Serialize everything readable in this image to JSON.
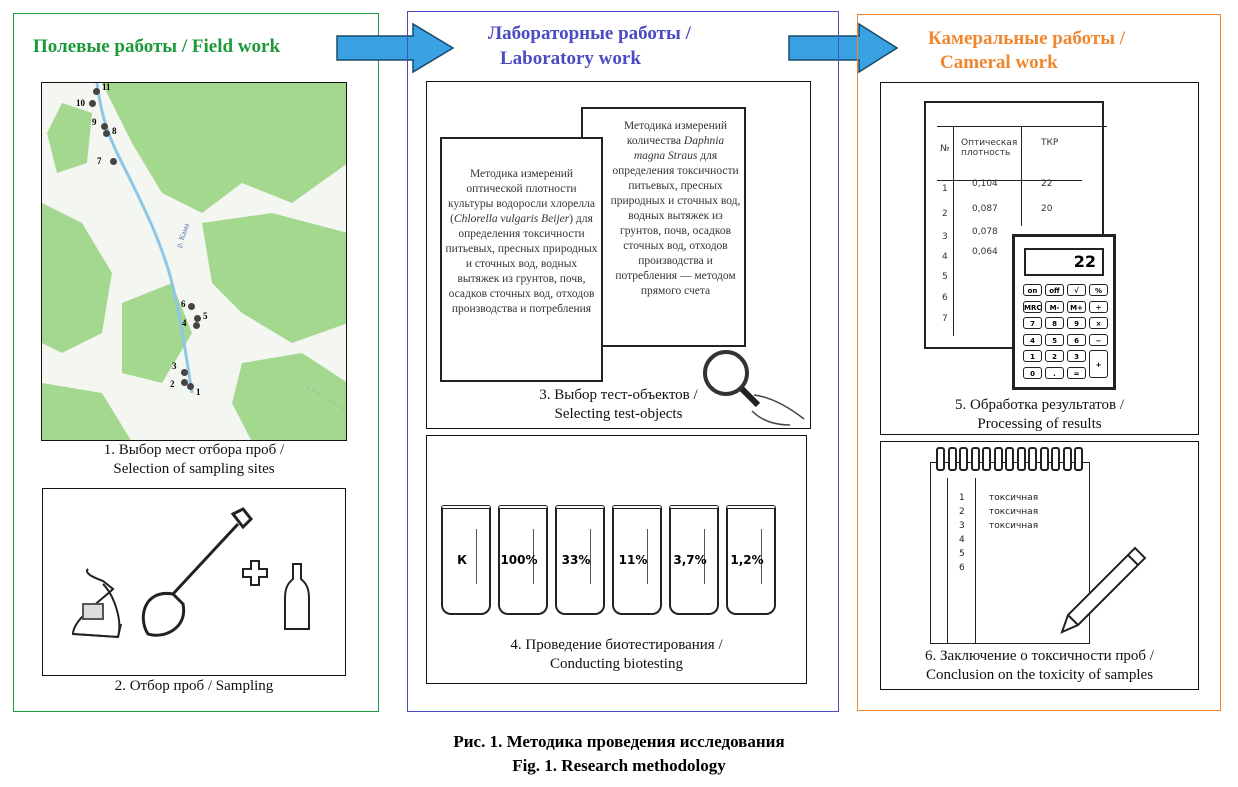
{
  "colors": {
    "field": "#1c9a3a",
    "lab": "#4b4bc4",
    "cameral": "#f0862e",
    "arrow": "#3aa1e2",
    "map_green": "#9fd68a"
  },
  "field": {
    "title": "Полевые работы / Field work",
    "map": {
      "points": [
        "1",
        "2",
        "3",
        "4",
        "5",
        "6",
        "7",
        "8",
        "9",
        "10",
        "11"
      ],
      "river_label": "р. Кама"
    },
    "step1_line1": "1. Выбор мест отбора проб /",
    "step1_line2": "Selection of sampling sites",
    "step2": "2. Отбор проб / Sampling"
  },
  "lab": {
    "title_line1": "Лабораторные работы /",
    "title_line2": "Laboratory work",
    "doc1": {
      "pre": "Методика измерений оптической плотности культуры водоросли хлорелла (",
      "italic": "Chlorella vulgaris Beijer",
      "post": ") для определения токсичности питьевых, пресных природных и сточных вод, водных вытяжек из грунтов, почв, осадков сточных вод, отходов производства и потребления"
    },
    "doc2": {
      "pre": "Методика измерений количества ",
      "italic": "Daphnia magna Straus",
      "post": " для определения токсичности питьевых, пресных природных и сточных вод, водных вытяжек из грунтов, почв, осадков сточных вод, отходов производства и потребления — методом прямого счета"
    },
    "step3_line1": "3. Выбор тест-объектов /",
    "step3_line2": "Selecting test-objects",
    "beakers": [
      "К",
      "100%",
      "33%",
      "11%",
      "3,7%",
      "1,2%"
    ],
    "step4_line1": "4. Проведение биотестирования /",
    "step4_line2": "Conducting biotesting"
  },
  "cameral": {
    "title_line1": "Камеральные работы /",
    "title_line2": "Cameral work",
    "table": {
      "headers": [
        "№",
        "Оптическая плотность",
        "ТКР"
      ],
      "rows": [
        [
          "1",
          "0,104",
          "22"
        ],
        [
          "2",
          "0,087",
          "20"
        ],
        [
          "3",
          "0,078",
          ""
        ],
        [
          "4",
          "0,064",
          ""
        ],
        [
          "5",
          "",
          ""
        ],
        [
          "6",
          "",
          ""
        ],
        [
          "7",
          "",
          ""
        ]
      ]
    },
    "calculator": {
      "display": "22",
      "keys": [
        "on",
        "off",
        "√",
        "%",
        "MRC",
        "M-",
        "M+",
        "÷",
        "7",
        "8",
        "9",
        "×",
        "4",
        "5",
        "6",
        "−",
        "1",
        "2",
        "3",
        "+",
        "0",
        ".",
        "="
      ]
    },
    "step5_line1": "5. Обработка результатов /",
    "step5_line2": "Processing of results",
    "notebook": {
      "rows": [
        [
          "1",
          "токсичная"
        ],
        [
          "2",
          "токсичная"
        ],
        [
          "3",
          "токсичная"
        ],
        [
          "4",
          ""
        ],
        [
          "5",
          ""
        ],
        [
          "6",
          ""
        ]
      ]
    },
    "step6_line1": "6. Заключение о токсичности проб /",
    "step6_line2": "Conclusion on the toxicity of samples"
  },
  "figure": {
    "caption_ru": "Рис. 1. Методика проведения исследования",
    "caption_en": "Fig. 1. Research methodology"
  }
}
